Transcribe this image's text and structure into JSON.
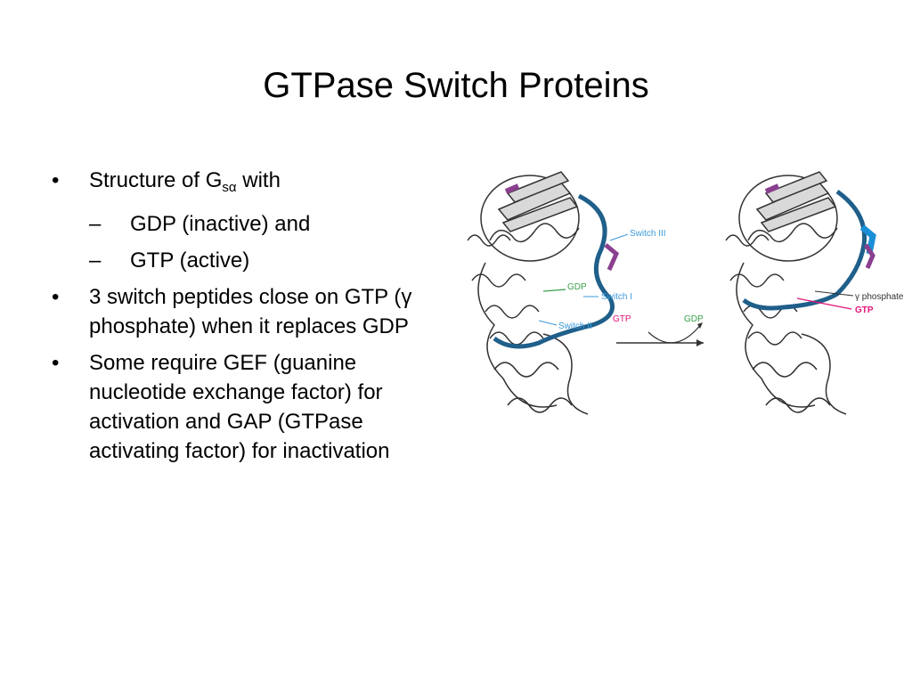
{
  "slide": {
    "title": "GTPase Switch Proteins",
    "bullets": [
      {
        "prefix": "Structure of G",
        "subscript": "sα",
        "suffix": " with",
        "sub_items": [
          "GDP (inactive) and",
          "GTP (active)"
        ]
      },
      {
        "text": "3 switch peptides close on GTP (γ phosphate) when it replaces GDP"
      },
      {
        "text": "Some require GEF (guanine nucleotide exchange factor) for activation and GAP (GTPase activating factor) for inactivation"
      }
    ],
    "bullet_glyph": "•",
    "dash_glyph": "–"
  },
  "figure": {
    "labels": {
      "switch3": "Switch III",
      "switch1": "Switch I",
      "switch2": "Switch II",
      "gdp_left": "GDP",
      "gtp_in": "GTP",
      "gdp_out": "GDP",
      "gamma_phosphate": "γ phosphate",
      "gtp_right": "GTP"
    },
    "colors": {
      "switch": "#1f5f8a",
      "switch_label": "#3a9ad9",
      "magenta": "#e2147a",
      "purple": "#8a3f8f",
      "green": "#3aa04a",
      "protein": "#d9d9d9",
      "outline": "#333333"
    }
  }
}
